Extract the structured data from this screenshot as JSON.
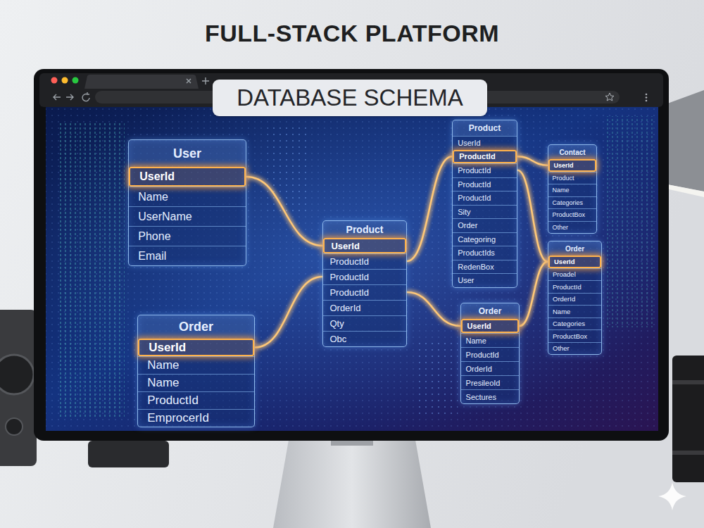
{
  "diagram": {
    "title": "FULL-STACK PLATFORM",
    "nodes": [
      {
        "text": [
          "DATABASE SCHEMA"
        ]
      },
      {
        "text": [
          "User",
          "UserId",
          "Name",
          "UserName",
          "Phone",
          "Email"
        ]
      },
      {
        "text": [
          "Order",
          "UserId",
          "Name",
          "Name",
          "ProductId",
          "EmprocerId"
        ]
      },
      {
        "text": [
          "Product",
          "UserId",
          "ProductId",
          "ProductId",
          "ProductId",
          "OrderId",
          "Qty",
          "Obc"
        ]
      },
      {
        "text": [
          "Product",
          "UserId",
          "ProductId",
          "ProductId",
          "ProductId",
          "ProductId",
          "Sity",
          "Order",
          "Categoring",
          "ProductIds",
          "RedenBox",
          "User"
        ]
      },
      {
        "text": [
          "Contact",
          "UserId",
          "Product",
          "Name",
          "Categories",
          "ProductBox",
          "Other"
        ]
      },
      {
        "text": [
          "Order",
          "UserId",
          "Name",
          "ProductId",
          "OrderId",
          "PresileoId",
          "Sectures"
        ]
      },
      {
        "text": [
          "Order",
          "UserId",
          "Proadel",
          "ProductId",
          "OrderId",
          "Name",
          "Categories",
          "ProductBox",
          "Other"
        ]
      }
    ],
    "edges": [
      {
        "from": 1,
        "to": 3,
        "arrow": "none"
      },
      {
        "from": 2,
        "to": 3,
        "arrow": "none"
      },
      {
        "from": 3,
        "to": 4,
        "arrow": "none"
      },
      {
        "from": 3,
        "to": 6,
        "arrow": "none"
      },
      {
        "from": 4,
        "to": 5,
        "arrow": "none"
      },
      {
        "from": 4,
        "to": 7,
        "arrow": "none"
      },
      {
        "from": 6,
        "to": 7,
        "arrow": "none"
      }
    ]
  }
}
